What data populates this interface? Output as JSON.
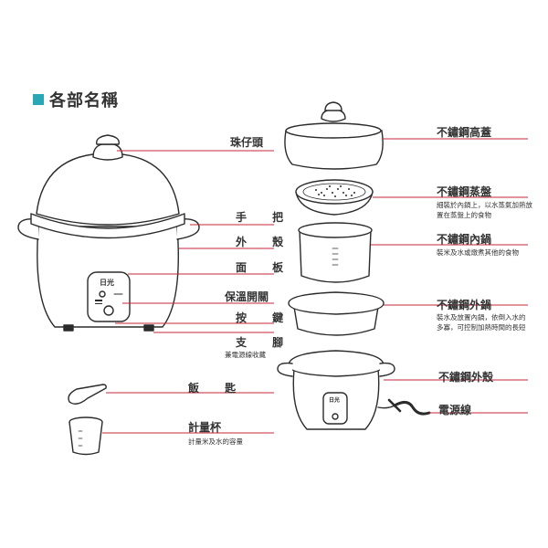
{
  "section_title": "各部名稱",
  "brand": "日光",
  "left_parts": {
    "knob": "珠仔頭",
    "handle": "手 把",
    "shell": "外 殼",
    "panel": "面 板",
    "keep_warm_switch": "保溫開關",
    "button": "按 鍵",
    "feet": "支 腳",
    "feet_note": "兼電源線收藏",
    "spoon": "飯 匙",
    "cup": "計量杯",
    "cup_note": "計量米及水的容量"
  },
  "right_parts": {
    "lid": "不鏽鋼高蓋",
    "steam_tray": "不鏽鋼蒸盤",
    "steam_tray_note_1": "細裝於內鍋上，以水蒸氣加熱放",
    "steam_tray_note_2": "置在蒸盤上的食物",
    "inner_pot": "不鏽鋼內鍋",
    "inner_pot_note": "裝米及水或燉煮其他的食物",
    "outer_pot": "不鏽鋼外鍋",
    "outer_pot_note_1": "裝水及放置內鍋，依倒入水的",
    "outer_pot_note_2": "多寡，可控制加熱時間的長短",
    "outer_shell": "不鏽鋼外殼",
    "power_cord": "電源線"
  },
  "colors": {
    "accent": "#2aa7b5",
    "leader": "#c62a3a",
    "outline": "#2b2b2b"
  }
}
